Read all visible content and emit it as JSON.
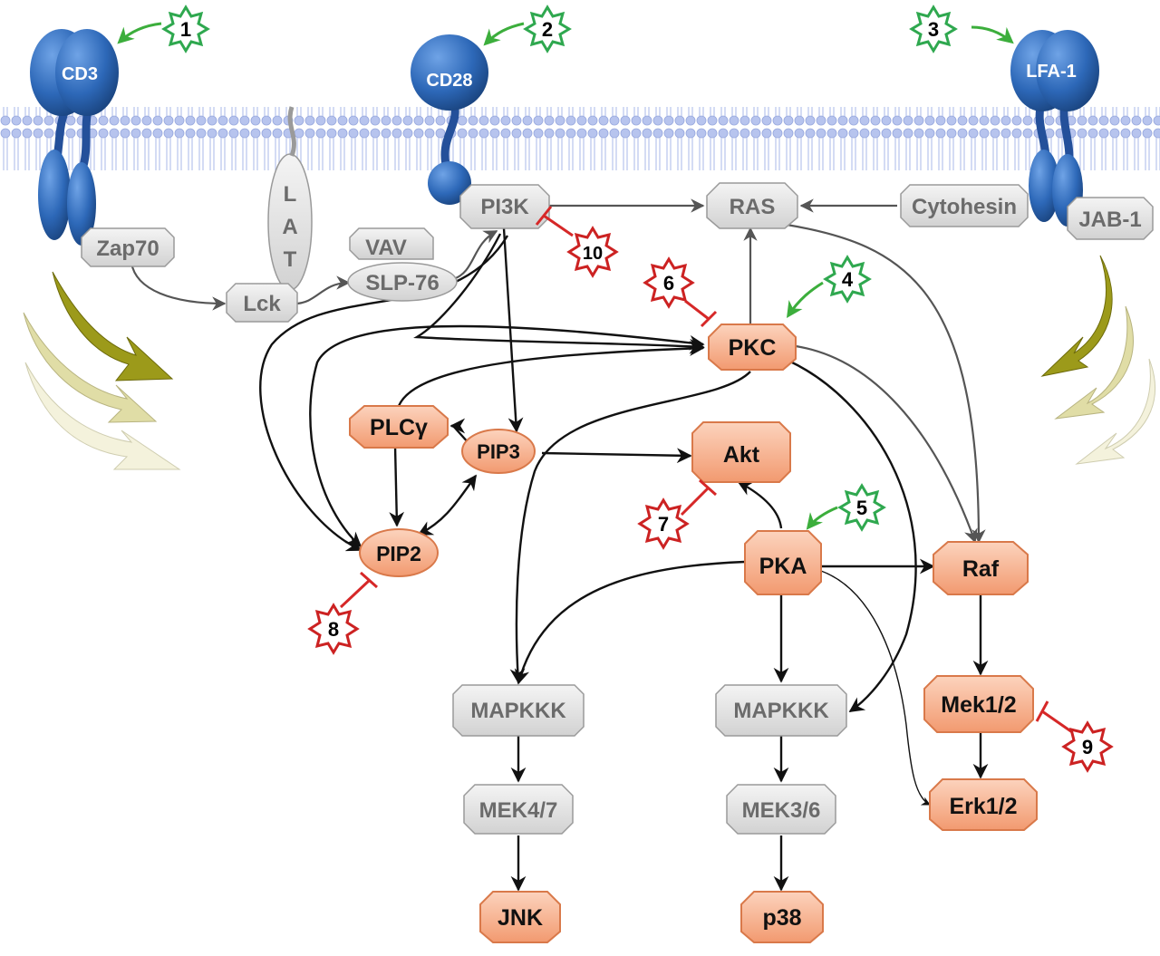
{
  "receptors": {
    "cd3": "CD3",
    "cd28": "CD28",
    "lfa1": "LFA-1"
  },
  "gray_nodes": {
    "zap70": "Zap70",
    "lat": [
      "L",
      "A",
      "T"
    ],
    "lck": "Lck",
    "vav": "VAV",
    "slp76": "SLP-76",
    "pi3k": "PI3K",
    "ras": "RAS",
    "cytohesin": "Cytohesin",
    "jab1": "JAB-1",
    "mapkkk_left": "MAPKKK",
    "mek47": "MEK4/7",
    "mapkkk_right": "MAPKKK",
    "mek36": "MEK3/6"
  },
  "orange_nodes": {
    "pkc": "PKC",
    "plcg": "PLCγ",
    "pip3": "PIP3",
    "pip2": "PIP2",
    "akt": "Akt",
    "pka": "PKA",
    "raf": "Raf",
    "mek12": "Mek1/2",
    "erk12": "Erk1/2",
    "jnk": "JNK",
    "p38": "p38"
  },
  "activators": [
    "1",
    "2",
    "3",
    "4",
    "5"
  ],
  "inhibitors": [
    "6",
    "7",
    "8",
    "9",
    "10"
  ],
  "colors": {
    "membrane": "#b4c2ec",
    "receptor": "#2d68b8",
    "gray_node": "#e6e6e6",
    "orange_node": "#f7b08f",
    "activator": "#2fa84f",
    "inhibitor": "#cc2222",
    "edge": "#111111"
  }
}
